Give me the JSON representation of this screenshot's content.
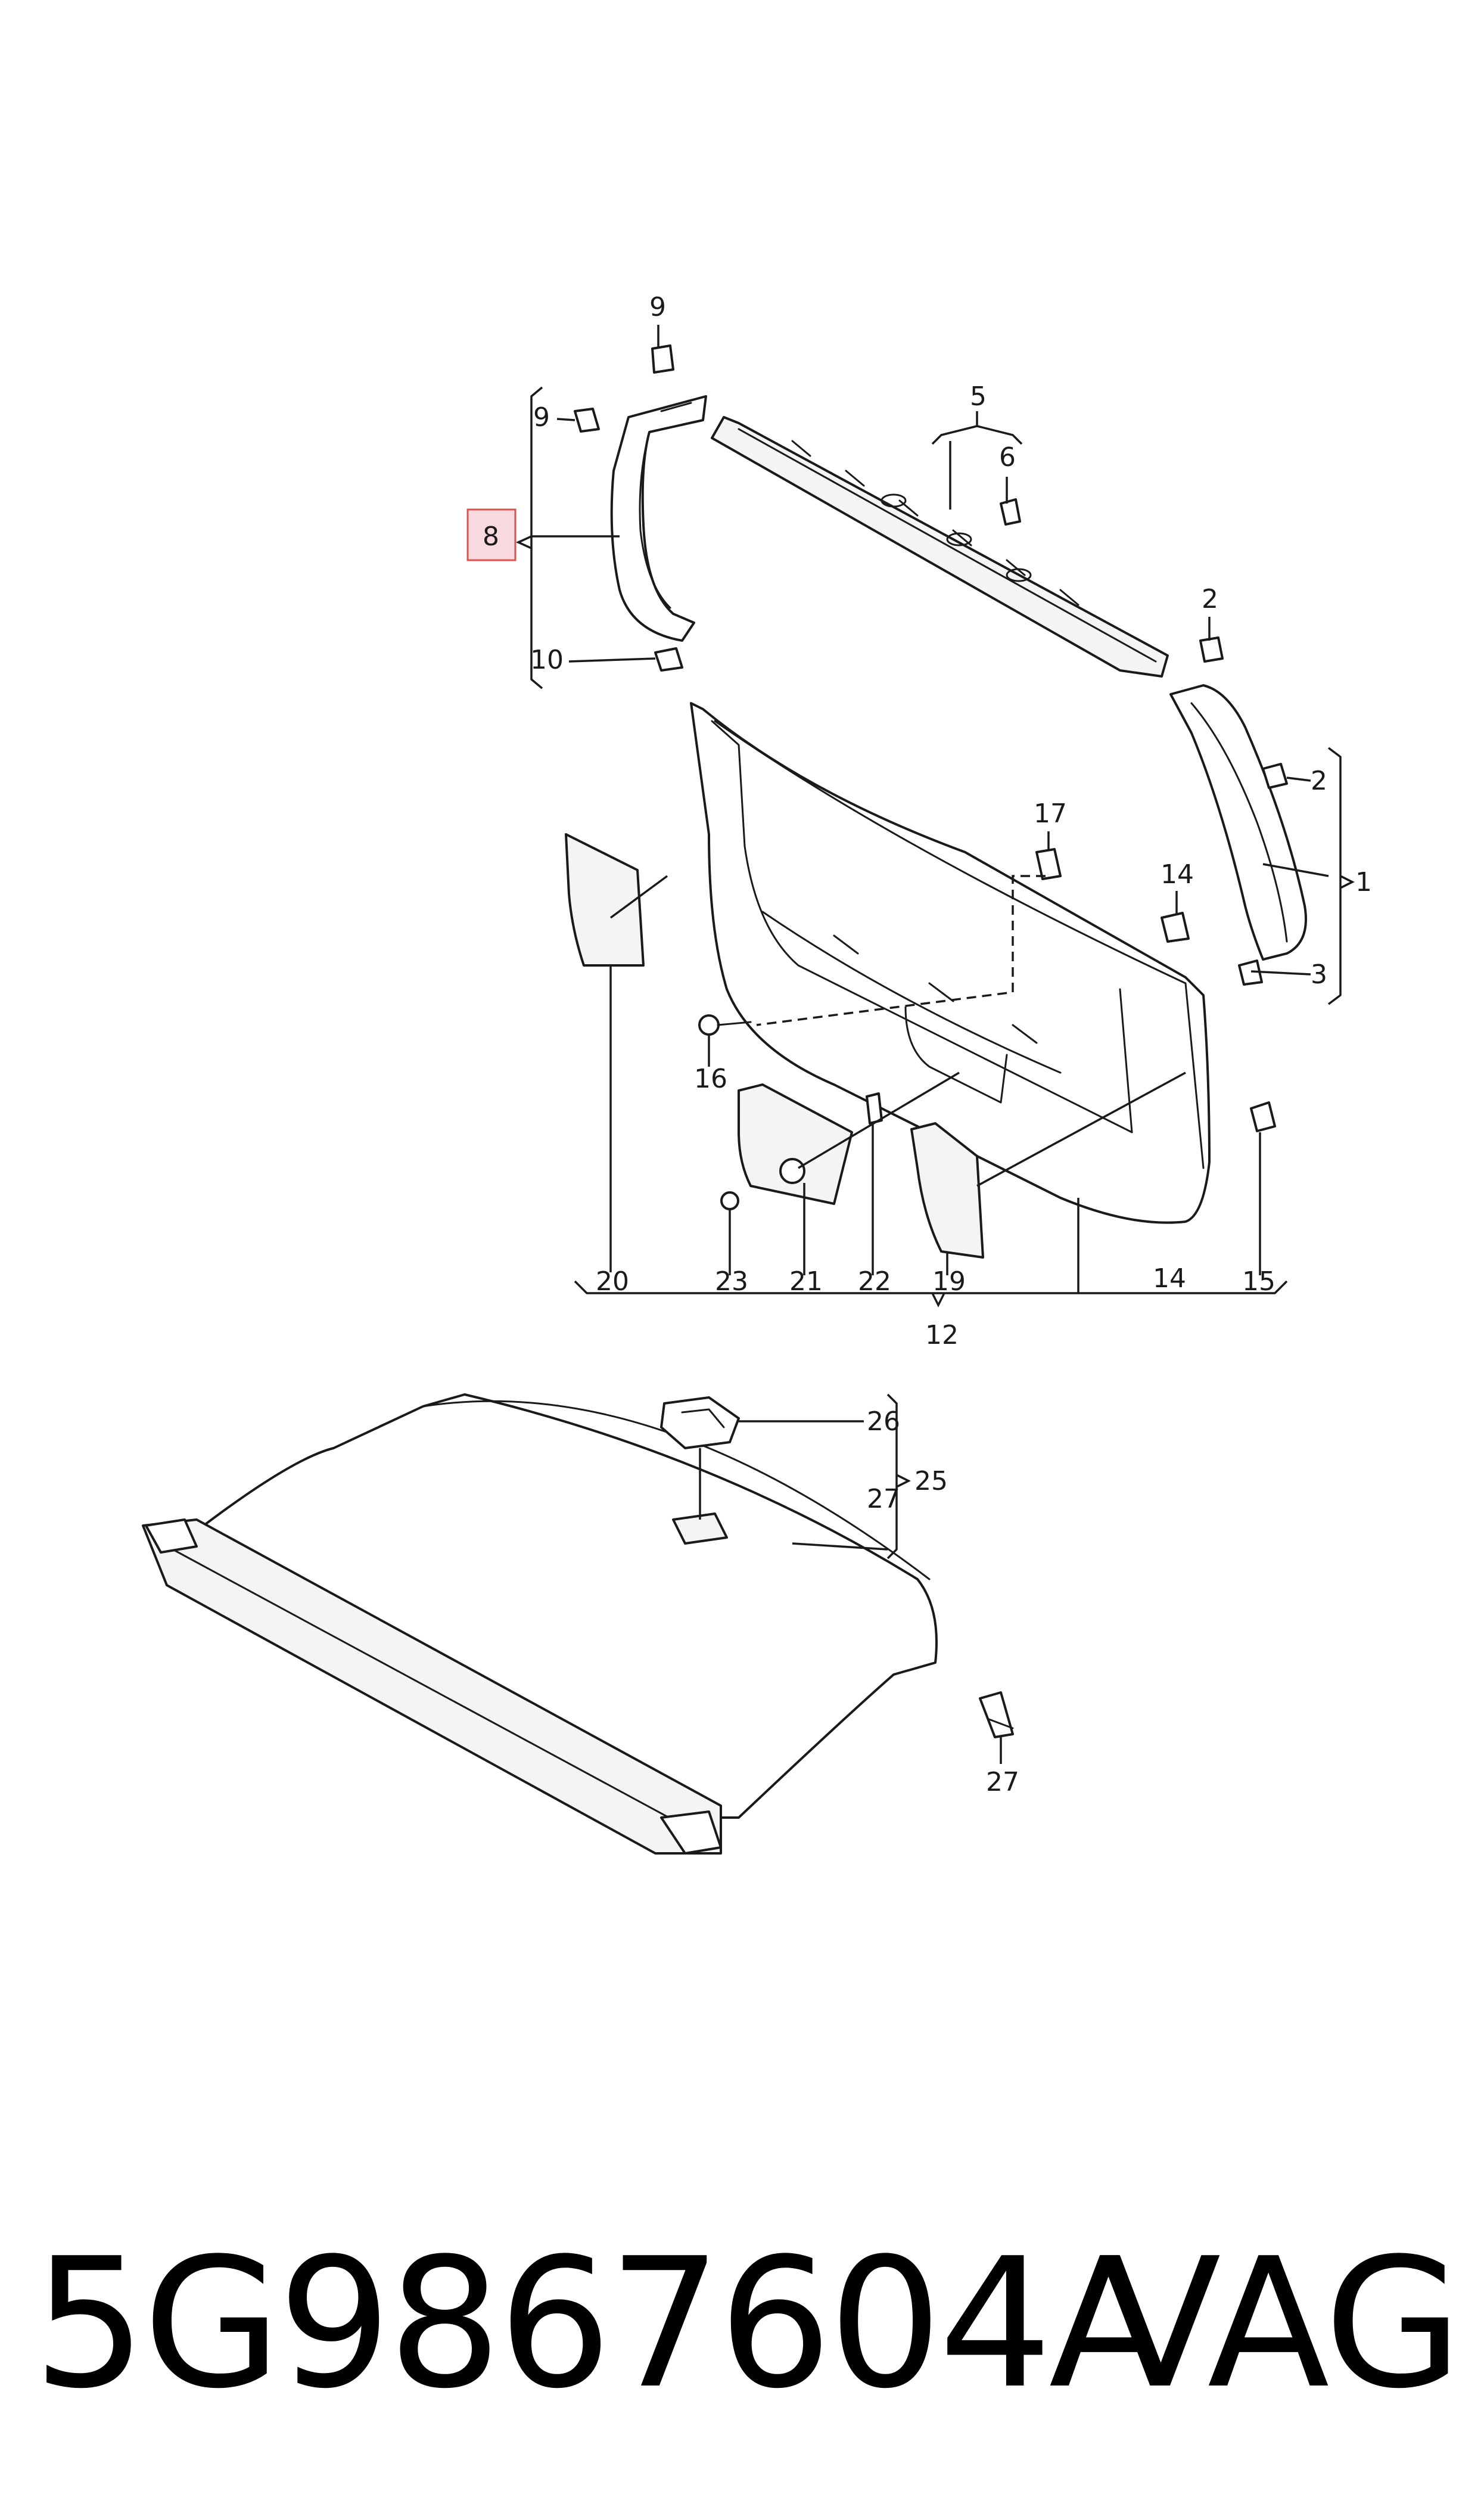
{
  "callouts": {
    "c1": "1",
    "c2a": "2",
    "c2b": "2",
    "c3": "3",
    "c5": "5",
    "c6": "6",
    "c8": "8",
    "c9a": "9",
    "c9b": "9",
    "c10": "10",
    "c12": "12",
    "c14a": "14",
    "c14b": "14",
    "c15": "15",
    "c16": "16",
    "c17": "17",
    "c19": "19",
    "c20": "20",
    "c21": "21",
    "c22": "22",
    "c23": "23",
    "c25": "25",
    "c26": "26",
    "c27a": "27",
    "c27b": "27"
  },
  "highlight": {
    "callout": "8",
    "fill": "#f7d9de",
    "border": "#d9534f"
  },
  "footer": {
    "part_number": "5G9867604A",
    "brand": "VAG"
  }
}
